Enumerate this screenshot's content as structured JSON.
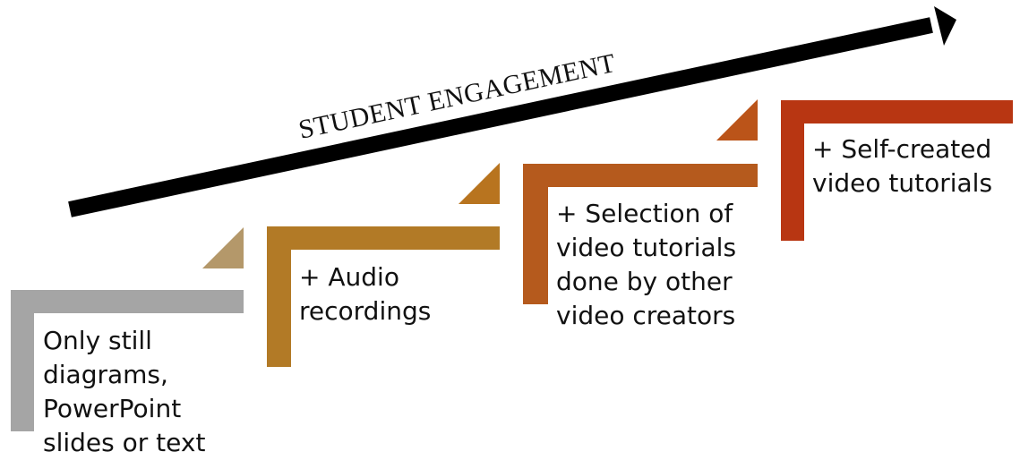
{
  "arrow": {
    "label": "STUDENT ENGAGEMENT",
    "color": "#000000"
  },
  "steps": [
    {
      "lines": [
        "Only still",
        "diagrams,",
        "PowerPoint",
        "slides or text"
      ],
      "color": "#a5a5a5",
      "accent_color": "#b4986a"
    },
    {
      "lines": [
        "+ Audio",
        "recordings"
      ],
      "color": "#b27a26",
      "accent_color": "#b8741f"
    },
    {
      "lines": [
        "+ Selection of",
        "video tutorials",
        "done by other",
        "video creators"
      ],
      "color": "#b55a1d",
      "accent_color": "#bb5419"
    },
    {
      "lines": [
        "+ Self-created",
        "video tutorials"
      ],
      "color": "#b83612",
      "accent_color": null
    }
  ]
}
